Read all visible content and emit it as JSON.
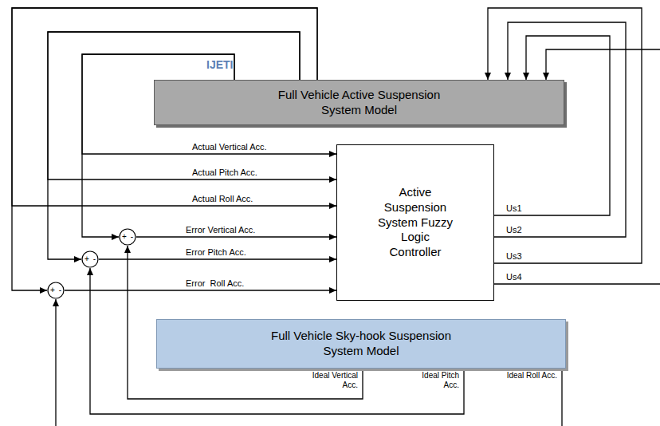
{
  "diagram": {
    "nodes": [
      {
        "text": [
          "Full Vehicle Active Suspension System Model"
        ]
      },
      {
        "text": [
          "Active Suspension System Fuzzy Logic Controller"
        ]
      },
      {
        "text": [
          "+",
          "-"
        ]
      },
      {
        "text": [
          "+",
          "-"
        ]
      },
      {
        "text": [
          "+",
          "-"
        ]
      },
      {
        "text": [
          "Full Vehicle Sky-hook Suspension System Model"
        ]
      }
    ],
    "edges": [
      {
        "from": 0,
        "to": 1,
        "arrow": "to",
        "label": "Actual Vertical Acc."
      },
      {
        "from": 0,
        "to": 1,
        "arrow": "to",
        "label": "Actual Pitch Acc."
      },
      {
        "from": 0,
        "to": 1,
        "arrow": "to",
        "label": "Actual Roll Acc."
      },
      {
        "from": 0,
        "to": 2,
        "arrow": "to"
      },
      {
        "from": 0,
        "to": 3,
        "arrow": "to"
      },
      {
        "from": 0,
        "to": 4,
        "arrow": "to"
      },
      {
        "from": 2,
        "to": 1,
        "arrow": "to",
        "label": "Error Vertical Acc."
      },
      {
        "from": 3,
        "to": 1,
        "arrow": "to",
        "label": "Error Pitch Acc."
      },
      {
        "from": 4,
        "to": 1,
        "arrow": "to",
        "label": "Error  Roll Acc."
      },
      {
        "from": 5,
        "to": 2,
        "arrow": "to"
      },
      {
        "from": 5,
        "to": 3,
        "arrow": "to"
      },
      {
        "from": 1,
        "to": 0,
        "arrow": "to",
        "label": "Us1"
      },
      {
        "from": 1,
        "to": 0,
        "arrow": "to",
        "label": "Us2"
      },
      {
        "from": 1,
        "to": 0,
        "arrow": "to",
        "label": "Us3"
      }
    ],
    "labels": [
      "IJETI",
      "Us4",
      "Ideal Vertical Acc.",
      "Ideal Pitch Acc.",
      "Ideal Roll Acc."
    ]
  }
}
